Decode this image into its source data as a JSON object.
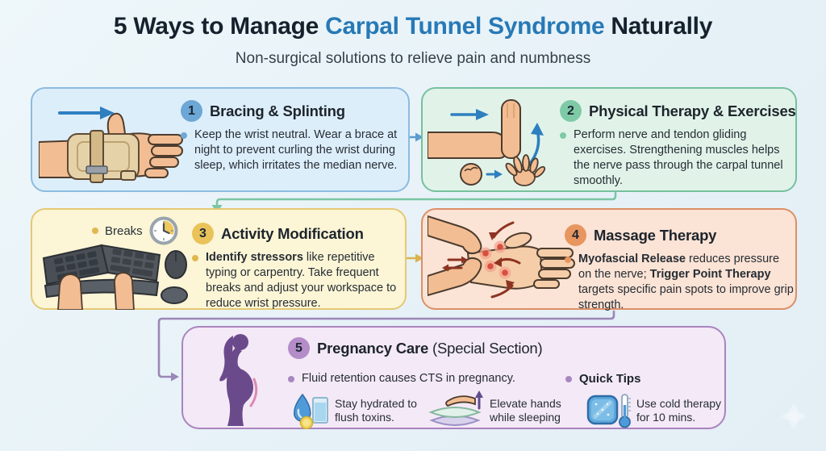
{
  "header": {
    "title_parts": [
      {
        "text": "5 Ways to Manage "
      },
      {
        "text": "Carpal Tunnel Syndrome",
        "accent": true
      },
      {
        "text": " Naturally"
      }
    ],
    "subtitle": "Non-surgical solutions to relieve pain and numbness"
  },
  "cards": [
    {
      "number": "1",
      "title": "Bracing & Splinting",
      "body_parts": [
        {
          "text": "Keep the wrist neutral. Wear a brace at night to prevent curling the wrist during sleep, which irritates the median nerve."
        }
      ]
    },
    {
      "number": "2",
      "title": "Physical Therapy & Exercises",
      "body_parts": [
        {
          "text": "Perform nerve and tendon gliding exercises. Strengthening muscles helps the nerve pass through the carpal tunnel smoothly."
        }
      ]
    },
    {
      "number": "3",
      "title": "Activity Modification",
      "breaks_label": "Breaks",
      "body_parts": [
        {
          "text": "Identify stressors",
          "bold": true
        },
        {
          "text": " like repetitive typing or carpentry. Take frequent breaks and adjust your workspace to reduce wrist pressure."
        }
      ]
    },
    {
      "number": "4",
      "title": "Massage Therapy",
      "body_parts": [
        {
          "text": "Myofascial Release",
          "bold": true
        },
        {
          "text": " reduces pressure on the nerve; "
        },
        {
          "text": "Trigger Point Therapy",
          "bold": true
        },
        {
          "text": " targets specific pain spots to improve grip strength."
        }
      ]
    }
  ],
  "pregnancy": {
    "number": "5",
    "title": "Pregnancy Care",
    "title_suffix": "(Special Section)",
    "bullet": "Fluid retention causes CTS in pregnancy.",
    "quick_tips_label": "Quick Tips",
    "tips": [
      {
        "icon": "hydration-icon",
        "text": "Stay hydrated to flush toxins."
      },
      {
        "icon": "elevate-hands-icon",
        "text": "Elevate hands while sleeping"
      },
      {
        "icon": "cold-therapy-icon",
        "text": "Use cold therapy for 10 mins."
      }
    ]
  },
  "colors": {
    "background": "#e9f4f8",
    "title_text": "#15212d",
    "title_accent": "#2779b6",
    "card1_bg": "#ddeefb",
    "card1_border": "#8cbbe0",
    "card1_accent": "#6ca7d6",
    "card2_bg": "#e1f3e9",
    "card2_border": "#77c09e",
    "card2_accent": "#7fcaa6",
    "card3_bg": "#fcf5d6",
    "card3_border": "#e5c873",
    "card3_accent": "#e9c25a",
    "card4_bg": "#fbe3d5",
    "card4_border": "#dd8f66",
    "card4_accent": "#e8965f",
    "card5_bg": "#f4e9f6",
    "card5_border": "#aa84be",
    "card5_accent": "#b48cc8",
    "connector_blue": "#5b9bd0",
    "connector_green": "#7cc5a5",
    "connector_yellow": "#d9b44e",
    "connector_purple": "#9b86b8"
  }
}
